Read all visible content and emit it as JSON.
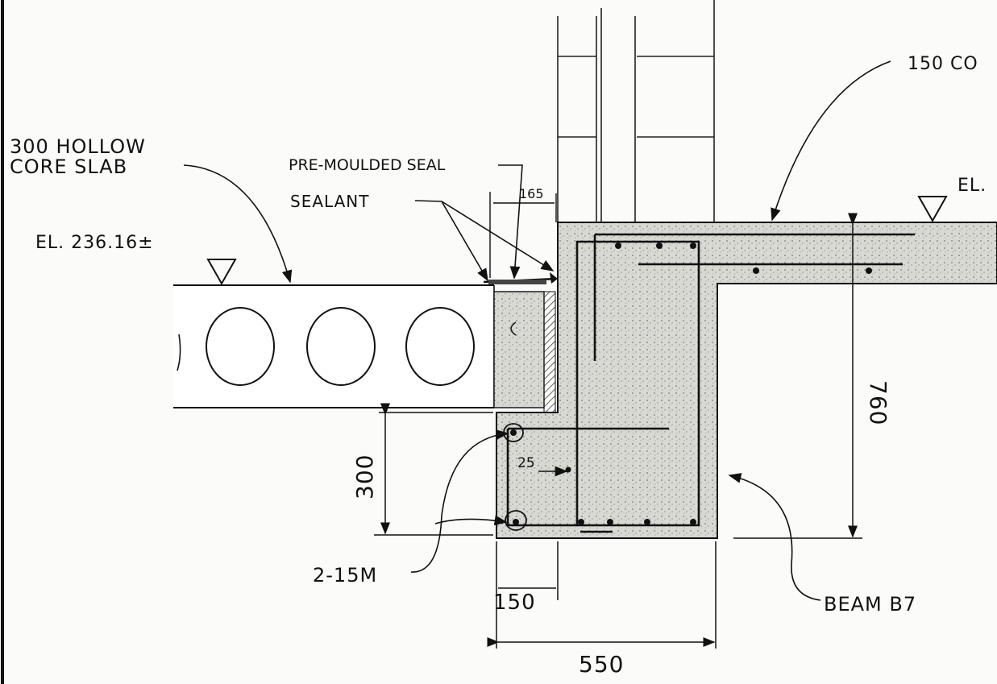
{
  "drawing": {
    "labels": {
      "slab_line1": "300 HOLLOW",
      "slab_line2": "CORE SLAB",
      "seal": "PRE-MOULDED SEAL",
      "sealant": "SEALANT",
      "slab_elev": "EL. 236.16±",
      "right_elev": "EL.",
      "topslab": "150 CO",
      "bars": "2-15M",
      "beam": "BEAM B7"
    },
    "dimensions": {
      "gap": "165",
      "ledge_height": "300",
      "beam_depth": "760",
      "ledge_width": "150",
      "beam_width": "550",
      "cover": "25"
    }
  }
}
